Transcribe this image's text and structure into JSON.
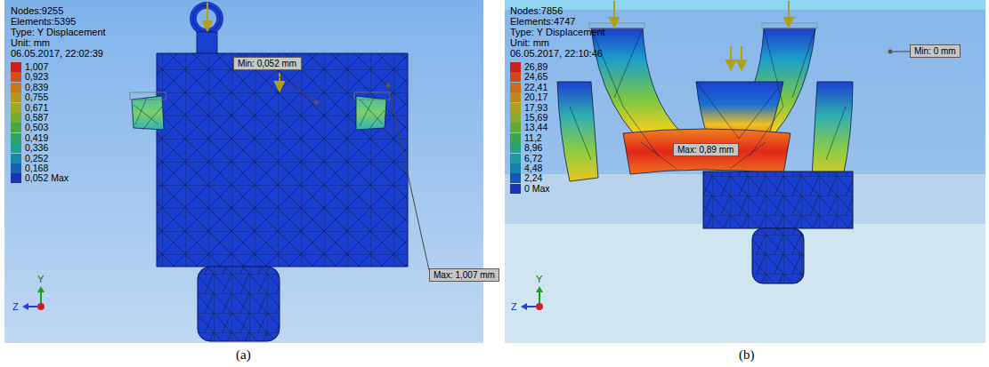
{
  "diagram": {
    "nodes": [
      {
        "text": [
          "Min: 0,052 mm"
        ]
      },
      {
        "text": [
          "Max: 1,007 mm"
        ]
      },
      {
        "text": [
          "Min: 0 mm"
        ]
      },
      {
        "text": [
          "Max: 0,89 mm"
        ]
      }
    ],
    "labels": [
      "Nodes:9255",
      "Elements:5395",
      "Type: Y Displacement",
      "Unit: mm",
      "06.05.2017, 22:02:39",
      "Nodes:7856",
      "Elements:4747",
      "Type: Y Displacement",
      "Unit: mm",
      "06.05.2017, 22:10:46",
      "Y",
      "Z",
      "Y",
      "Z",
      "(a)",
      "(b)"
    ],
    "legend": [
      {
        "text": "1,007",
        "color": "#c8201c"
      },
      {
        "text": "0,923",
        "color": "#d2501a"
      },
      {
        "text": "0,839",
        "color": "#c8781c"
      },
      {
        "text": "0,755",
        "color": "#b4961e"
      },
      {
        "text": "0,671",
        "color": "#a0a628"
      },
      {
        "text": "0,587",
        "color": "#7aaa30"
      },
      {
        "text": "0,503",
        "color": "#4aa840"
      },
      {
        "text": "0,419",
        "color": "#2ea464"
      },
      {
        "text": "0,336",
        "color": "#20a090"
      },
      {
        "text": "0,252",
        "color": "#1888a8"
      },
      {
        "text": "0,168",
        "color": "#1462b4"
      },
      {
        "text": "0,052 Max",
        "color": "#1a34b8"
      },
      {
        "text": "26,89",
        "color": "#c8201c"
      },
      {
        "text": "24,65",
        "color": "#d2481a"
      },
      {
        "text": "22,41",
        "color": "#cc6c1c"
      },
      {
        "text": "20,17",
        "color": "#c0881e"
      },
      {
        "text": "17,93",
        "color": "#aea022"
      },
      {
        "text": "15,69",
        "color": "#8eaa2c"
      },
      {
        "text": "13,44",
        "color": "#62aa38"
      },
      {
        "text": "11,2",
        "color": "#3aa650"
      },
      {
        "text": "8,96",
        "color": "#26a27a"
      },
      {
        "text": "6,72",
        "color": "#1c9aa0"
      },
      {
        "text": "4,48",
        "color": "#1680ac"
      },
      {
        "text": "2,24",
        "color": "#1458b6"
      },
      {
        "text": "0 Max",
        "color": "#1a34b8"
      }
    ]
  }
}
